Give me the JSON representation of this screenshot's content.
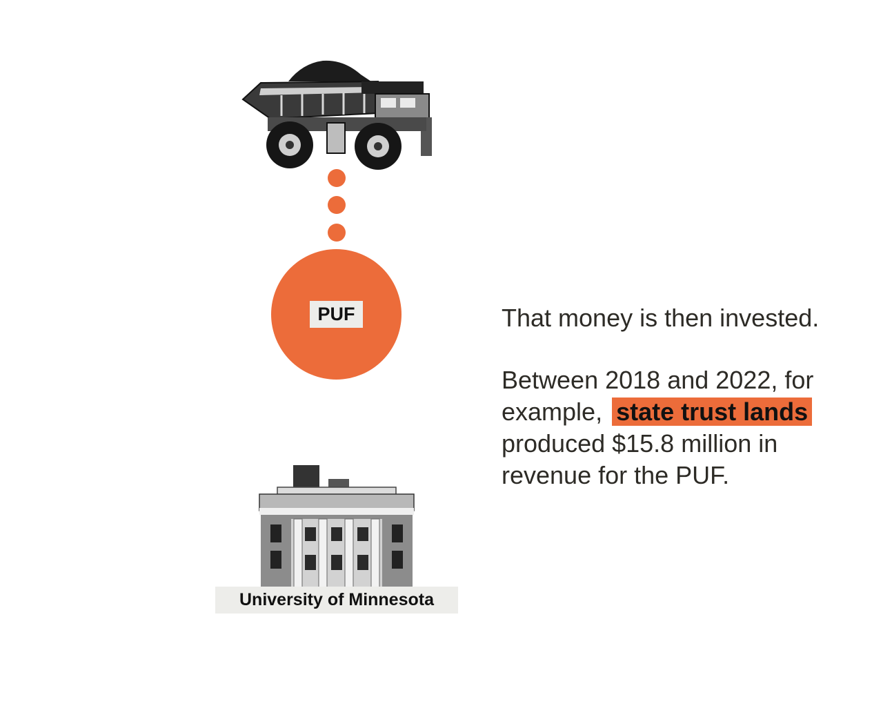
{
  "colors": {
    "accent": "#ec6c3a",
    "label_bg": "#ededea",
    "text": "#2d2b26"
  },
  "diagram": {
    "source_icon": "dump-truck-icon",
    "connector_dots": 3,
    "fund_label": "PUF",
    "beneficiary_icon": "university-building-icon",
    "beneficiary_label": "University of Minnesota"
  },
  "text": {
    "paragraph1": "That money is then invested.",
    "paragraph2_before": "Between 2018 and 2022, for example,",
    "paragraph2_highlight": "state trust lands",
    "paragraph2_after": "produced $15.8 million in revenue for the PUF."
  }
}
